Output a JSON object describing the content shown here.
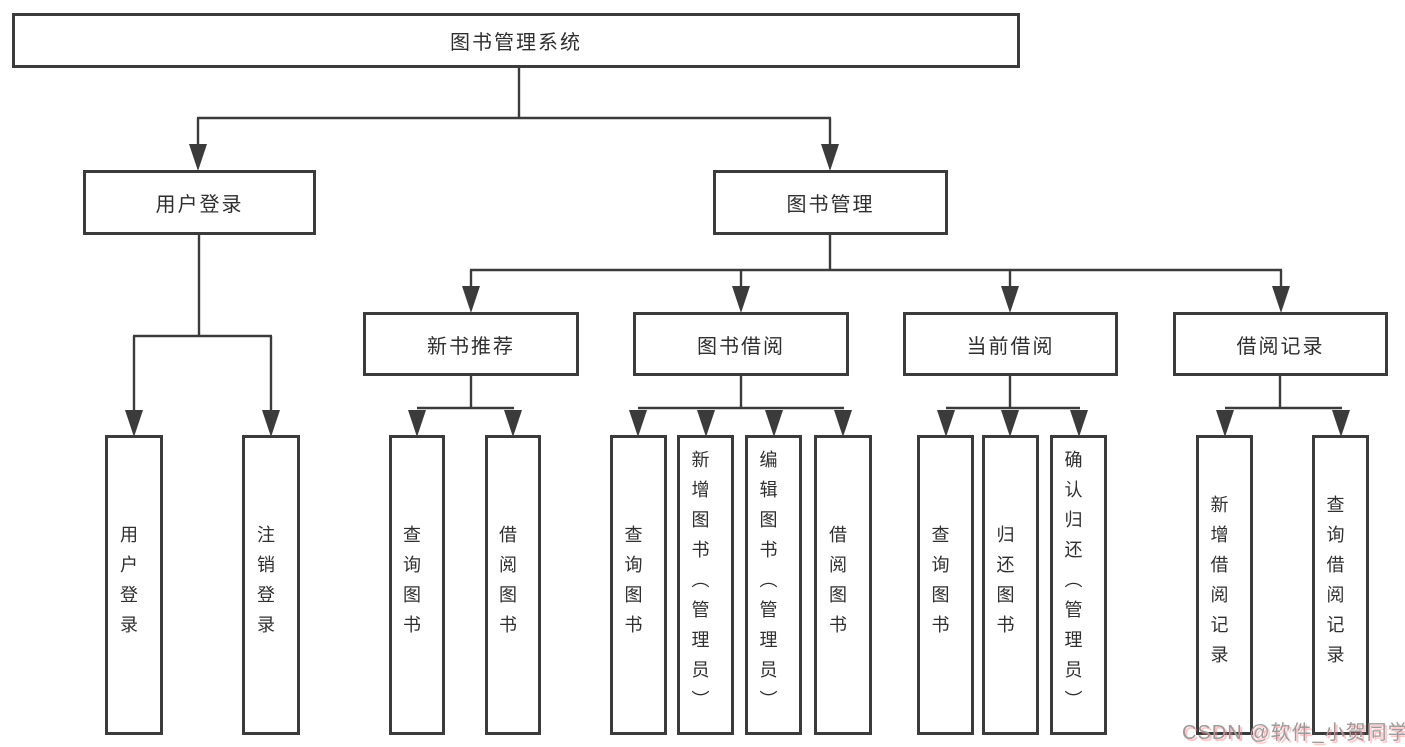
{
  "colors": {
    "line": "#3b3b3b",
    "box_border": "#3b3b3b",
    "box_fill": "#ffffff",
    "text": "#2f2f2f",
    "watermark_text": "#9b9b9b",
    "watermark_shadow": "#ff7a82"
  },
  "diagram": {
    "root": {
      "label": "图书管理系统"
    },
    "branches": [
      {
        "label": "用户登录",
        "children": [
          {
            "label": "用户登录"
          },
          {
            "label": "注销登录"
          }
        ]
      },
      {
        "label": "图书管理",
        "sections": [
          {
            "label": "新书推荐",
            "children": [
              {
                "label": "查询图书"
              },
              {
                "label": "借阅图书"
              }
            ]
          },
          {
            "label": "图书借阅",
            "children": [
              {
                "label": "查询图书"
              },
              {
                "label": "新增图书（管理员）"
              },
              {
                "label": "编辑图书（管理员）"
              },
              {
                "label": "借阅图书"
              }
            ]
          },
          {
            "label": "当前借阅",
            "children": [
              {
                "label": "查询图书"
              },
              {
                "label": "归还图书"
              },
              {
                "label": "确认归还（管理员）"
              }
            ]
          },
          {
            "label": "借阅记录",
            "children": [
              {
                "label": "新增借阅记录"
              },
              {
                "label": "查询借阅记录"
              }
            ]
          }
        ]
      }
    ]
  },
  "watermark": {
    "text": "CSDN @软件_小贺同学"
  }
}
